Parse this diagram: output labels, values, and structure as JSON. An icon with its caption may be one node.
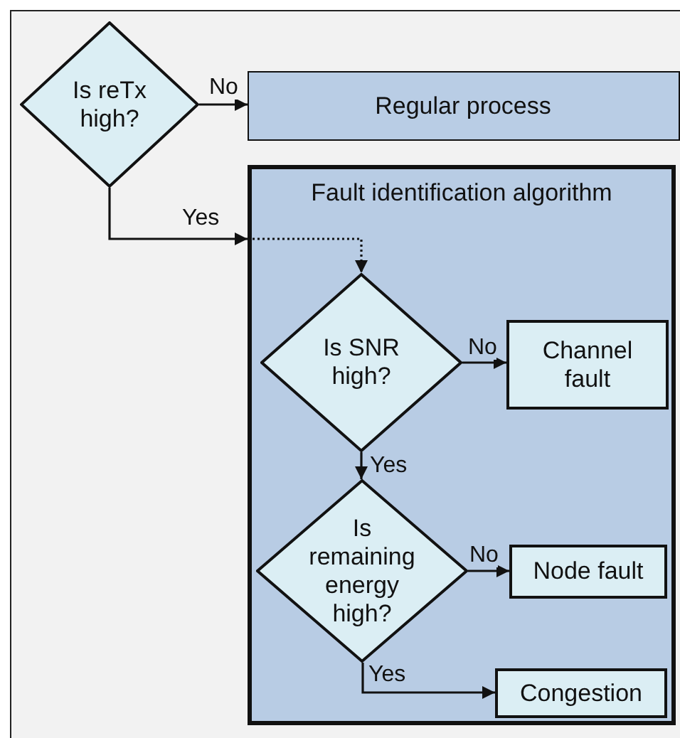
{
  "diagram": {
    "nodes": [
      {
        "text": [
          "Is reTx high?"
        ]
      },
      {
        "text": [
          "Regular process"
        ]
      },
      {
        "text": [
          "Fault identification algorithm"
        ]
      },
      {
        "text": [
          "Is SNR high?"
        ],
        "in": 2
      },
      {
        "text": [
          "Channel fault"
        ],
        "in": 2
      },
      {
        "text": [
          "Is remaining energy high?"
        ],
        "in": 2
      },
      {
        "text": [
          "Node fault"
        ],
        "in": 2
      },
      {
        "text": [
          "Congestion"
        ],
        "in": 2
      }
    ],
    "edges": [
      {
        "from": 0,
        "to": 1,
        "arrow": "to",
        "label": "No"
      },
      {
        "from": 0,
        "to": 2,
        "arrow": "to",
        "label": "Yes"
      },
      {
        "from": 2,
        "to": 3,
        "arrow": "to",
        "style": "dashed"
      },
      {
        "from": 3,
        "to": 4,
        "arrow": "to",
        "label": "No"
      },
      {
        "from": 3,
        "to": 5,
        "arrow": "to",
        "label": "Yes"
      },
      {
        "from": 5,
        "to": 6,
        "arrow": "to",
        "label": "No"
      },
      {
        "from": 5,
        "to": 7,
        "arrow": "to",
        "label": "Yes"
      }
    ]
  }
}
